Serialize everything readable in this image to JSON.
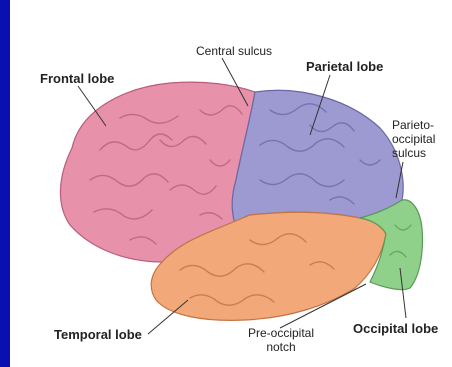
{
  "labels": {
    "frontal": "Frontal lobe",
    "central": "Central sulcus",
    "parietal": "Parietal lobe",
    "parieto_occipital": "Parieto-\noccipital\nsulcus",
    "temporal": "Temporal lobe",
    "pre_occipital": "Pre-occipital\nnotch",
    "occipital": "Occipital lobe"
  },
  "colors": {
    "frontal": "#e891ab",
    "parietal": "#9c9ad0",
    "temporal": "#f2a878",
    "occipital": "#8fd08a",
    "background": "#0a0fb0"
  }
}
